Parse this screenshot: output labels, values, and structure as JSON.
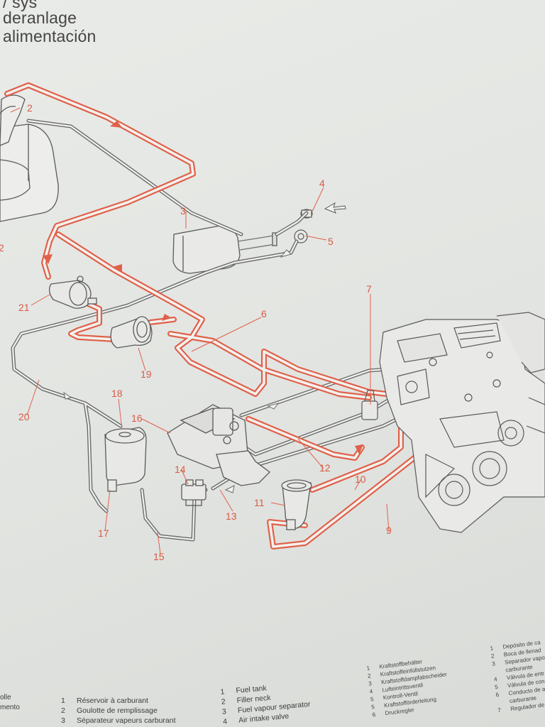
{
  "header": {
    "lines": [
      "/ sys",
      "deranlage",
      "alimentación"
    ]
  },
  "callouts": {
    "n1": "2",
    "n2": "2",
    "n3": "3",
    "n4": "4",
    "n5": "5",
    "n6": "6",
    "n7": "7",
    "n9": "9",
    "n10": "10",
    "n11": "11",
    "n12": "12",
    "n13": "13",
    "n14": "14",
    "n15": "15",
    "n16": "16",
    "n17": "17",
    "n18": "18",
    "n19": "19",
    "n20": "20",
    "n21": "21"
  },
  "legend_partial_left": [
    "olle",
    "mento"
  ],
  "legend_french": [
    {
      "num": "1",
      "text": "Réservoir à carburant"
    },
    {
      "num": "2",
      "text": "Goulotte de remplissage"
    },
    {
      "num": "3",
      "text": "Séparateur vapeurs carburant"
    }
  ],
  "legend_english": [
    {
      "num": "1",
      "text": "Fuel tank"
    },
    {
      "num": "2",
      "text": "Filler neck"
    },
    {
      "num": "3",
      "text": "Fuel vapour separator"
    },
    {
      "num": "4",
      "text": "Air intake valve"
    }
  ],
  "legend_german": [
    {
      "num": "1",
      "text": "Kraftstoffbehälter"
    },
    {
      "num": "2",
      "text": "Kraftstoffeinfüllstutzen"
    },
    {
      "num": "3",
      "text": "Kraftstoffdampfabscheider"
    },
    {
      "num": "4",
      "text": "Lufteintrittsventil"
    },
    {
      "num": "5",
      "text": "Kontroll-Ventil"
    },
    {
      "num": "5",
      "text": "Kraftstofförderleitung"
    },
    {
      "num": "6",
      "text": "Druckregler"
    }
  ],
  "legend_spanish": [
    {
      "num": "1",
      "text": "Depósito de ca"
    },
    {
      "num": "2",
      "text": "Boca de llenad"
    },
    {
      "num": "3",
      "text": "Separador vapo"
    },
    {
      "num": "",
      "text": "carburante"
    },
    {
      "num": "4",
      "text": "Válvula de entr"
    },
    {
      "num": "5",
      "text": "Válvula de con"
    },
    {
      "num": "6",
      "text": "Conducto de al"
    },
    {
      "num": "",
      "text": "carburante"
    },
    {
      "num": "7",
      "text": "Regulador de"
    }
  ],
  "colors": {
    "fuel_line": "#e0614a",
    "vapour_line": "#707070",
    "paper": "#e4e6e3",
    "ink": "#3a3a3a"
  }
}
